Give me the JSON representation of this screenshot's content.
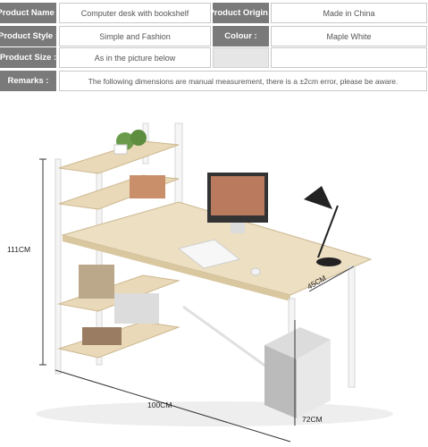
{
  "specs": {
    "row1": {
      "label_a": "Product Name :",
      "value_a": "Computer desk with bookshelf",
      "label_b": "Product Origin :",
      "value_b": "Made in China"
    },
    "row2": {
      "label_a": "Product Style :",
      "value_a": "Simple and Fashion",
      "label_b": "Colour :",
      "value_b": "Maple White"
    },
    "row3": {
      "label_a": "Product Size :",
      "value_a": "As in the picture below"
    },
    "row4": {
      "label": "Remarks :",
      "value": "The following dimensions are manual measurement, there is a ±2cm error, please be aware."
    }
  },
  "dimensions": {
    "height": "111CM",
    "width": "100CM",
    "depth": "45CM",
    "desk_height": "72CM"
  }
}
